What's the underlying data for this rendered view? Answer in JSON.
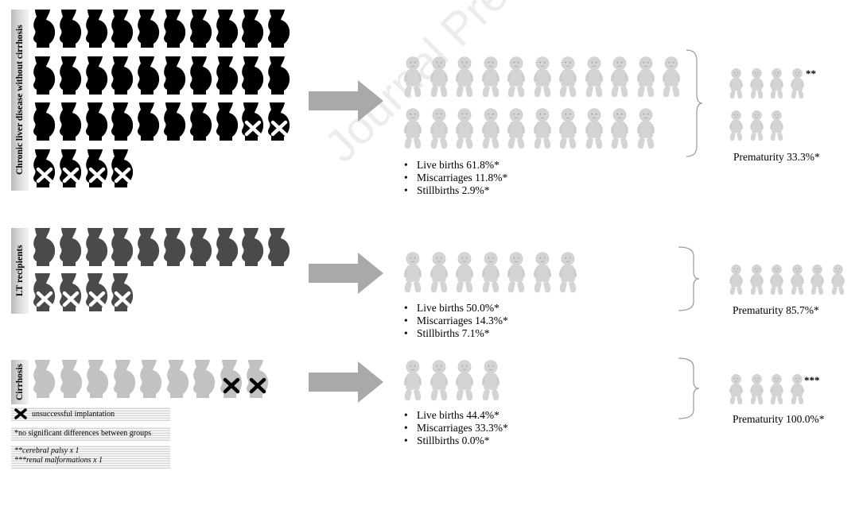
{
  "groups": [
    {
      "key": "chronic",
      "label": "Chronic liver disease without cirrhosis",
      "figure_color": "#000000",
      "pregnancies_total": 34,
      "unsuccessful": 6,
      "babies": 21,
      "stats": [
        "Live births 61.8%*",
        "Miscarriages 11.8%*",
        "Stillbirths  2.9%*"
      ],
      "preterm_babies": 7,
      "prematurity": "Prematurity 33.3%*",
      "annotation": "**"
    },
    {
      "key": "lt",
      "label": "LT recipients",
      "figure_color": "#4a4a4a",
      "pregnancies_total": 14,
      "unsuccessful": 4,
      "babies": 7,
      "stats": [
        "Live births 50.0%*",
        "Miscarriages 14.3%*",
        "Stillbirths 7.1%*"
      ],
      "preterm_babies": 6,
      "prematurity": "Prematurity 85.7%*",
      "annotation": ""
    },
    {
      "key": "cirrhosis",
      "label": "Cirrhosis",
      "figure_color": "#c2c2c2",
      "pregnancies_total": 9,
      "unsuccessful": 2,
      "babies": 4,
      "stats": [
        "Live births 44.4%*",
        "Miscarriages 33.3%*",
        "Stillbirths 0.0%*"
      ],
      "preterm_babies": 4,
      "prematurity": "Prematurity 100.0%*",
      "annotation": "***"
    }
  ],
  "legend": {
    "unsuccessful": "unsuccessful implantation",
    "no_sig": "*no significant differences between groups",
    "note1": "**cerebral palsy x 1",
    "note2": "***renal malformations x 1"
  },
  "watermark": "Journal Pre-proof",
  "colors": {
    "arrow": "#a9a9a9",
    "baby": "#d4d4d4",
    "cross_on_dark": "#ffffff",
    "cross_on_light": "#000000"
  }
}
